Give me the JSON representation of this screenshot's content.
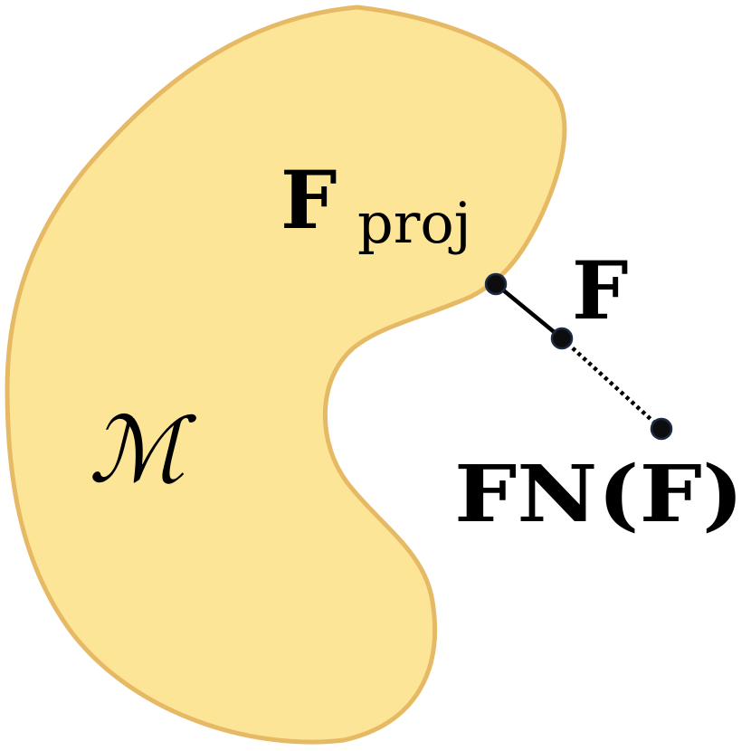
{
  "labels": {
    "manifold": "ℳ",
    "projection_main": "F",
    "projection_sub": "proj",
    "point": "F",
    "fn_output": "FN(F)"
  },
  "colors": {
    "manifold_fill": "#fde598",
    "manifold_stroke": "#e6b964",
    "point_fill": "#0d0d0d",
    "point_stroke": "#1c2a44",
    "line": "#000000"
  },
  "edges": {
    "projection_to_point": "solid",
    "point_to_fn_output": "dotted"
  }
}
